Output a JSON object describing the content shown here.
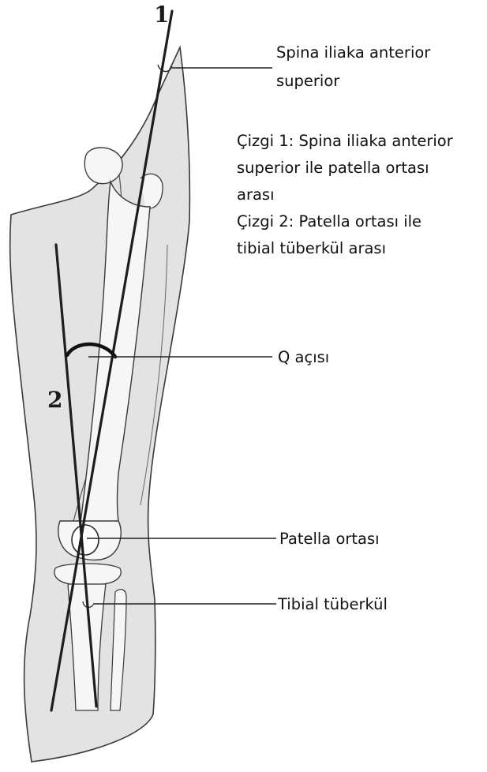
{
  "labels": {
    "asis": "Spina iliaka anterior",
    "asis2": "superior",
    "line1_a": "Çizgi 1: Spina iliaka anterior",
    "line1_b": "superior ile patella ortası",
    "line1_c": "arası",
    "line2_a": "Çizgi 2: Patella ortası ile",
    "line2_b": "tibial tüberkül arası",
    "q_angle": "Q açısı",
    "patella": "Patella ortası",
    "tibial": "Tibial tüberkül"
  },
  "line_numbers": {
    "one": "1",
    "two": "2"
  },
  "colors": {
    "limb_fill": "#e3e3e3",
    "outline": "#3a3a3a",
    "axis_line": "#1e1e1e",
    "bone_fill": "#f6f6f6"
  }
}
